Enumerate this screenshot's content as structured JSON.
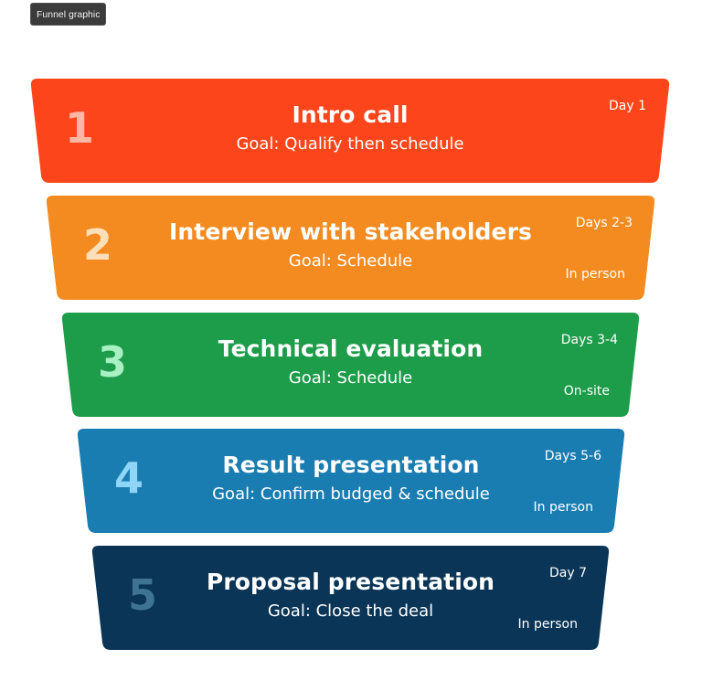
{
  "tooltip": {
    "label": "Funnel graphic"
  },
  "funnel": {
    "stages": [
      {
        "number": "1",
        "title": "Intro call",
        "goal": "Goal: Qualify then schedule",
        "days": "Day 1",
        "mode": "",
        "color": "#FC451A",
        "number_color": "#FDB8A5"
      },
      {
        "number": "2",
        "title": "Interview with stakeholders",
        "goal": "Goal: Schedule",
        "days": "Days 2-3",
        "mode": "In person",
        "color": "#F38B20",
        "number_color": "#FDDFB9"
      },
      {
        "number": "3",
        "title": "Technical evaluation",
        "goal": "Goal: Schedule",
        "days": "Days 3-4",
        "mode": "On-site",
        "color": "#1D9C4A",
        "number_color": "#A9F0C3"
      },
      {
        "number": "4",
        "title": "Result presentation",
        "goal": "Goal: Confirm budged & schedule",
        "days": "Days 5-6",
        "mode": "In person",
        "color": "#1A7DB1",
        "number_color": "#8FD5F7"
      },
      {
        "number": "5",
        "title": "Proposal presentation",
        "goal": "Goal: Close the deal",
        "days": "Day 7",
        "mode": "In person",
        "color": "#0A3556",
        "number_color": "#3F7393"
      }
    ]
  }
}
